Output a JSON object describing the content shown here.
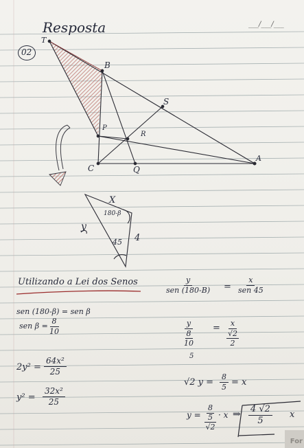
{
  "header": {
    "title": "Resposta",
    "date": "___/___/___"
  },
  "question": {
    "number": "02"
  },
  "figure_main": {
    "labels": {
      "T": "T",
      "B": "B",
      "S": "S",
      "P": "P",
      "R": "R",
      "C": "C",
      "Q": "Q",
      "A": "A"
    },
    "hatch_color": "#b5645e"
  },
  "figure_small": {
    "x": "X",
    "angle_top": "180-β",
    "angle_bottom": "45",
    "side_right": "4",
    "side_left": "y"
  },
  "law_heading": "Utilizando a Lei dos Senos",
  "law_ratio": {
    "y": "y",
    "sen_180_b": "sen (180-B)",
    "equals": "=",
    "x": "x",
    "sen45": "sen 45"
  },
  "left_steps": {
    "line1": "sen (180-β) = sen β",
    "line2_left": "sen β =",
    "line2_num": "8",
    "line2_den": "10",
    "line3_left": "2y² =",
    "line3_num": "64x²",
    "line3_den": "25",
    "line4_left": "y² =",
    "line4_num": "32x²",
    "line4_den": "25"
  },
  "right_steps": {
    "eq1_y": "y",
    "eq1_8": "8",
    "eq1_10": "10",
    "eq1_5": "5",
    "eq1_equals": "=",
    "eq1_x": "x",
    "eq1_root2": "√2",
    "eq1_2": "2",
    "eq2_left": "√2 y =",
    "eq2_num": "8",
    "eq2_den": "5",
    "eq2_right": "= x",
    "eq3_left": "y =",
    "eq3_8": "8",
    "eq3_5": "5",
    "eq3_root2": "√2",
    "eq3_times_x": "· x",
    "eq3_arrow": "⇒",
    "eq3_result_num": "4 √2",
    "eq3_result_den": "5",
    "eq3_result_x": "x"
  },
  "corner_label": "For"
}
